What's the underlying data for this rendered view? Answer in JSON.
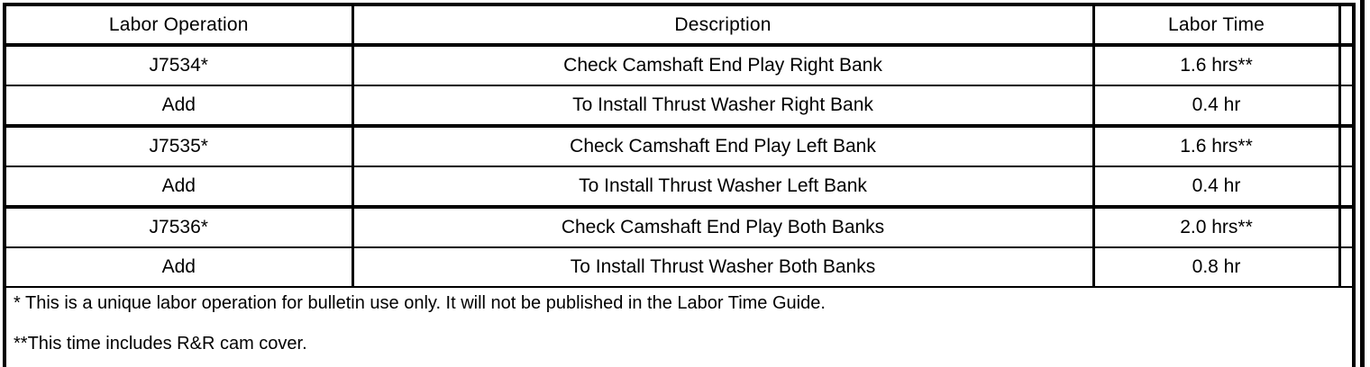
{
  "table": {
    "columns": [
      {
        "key": "operation",
        "label": "Labor Operation"
      },
      {
        "key": "description",
        "label": "Description"
      },
      {
        "key": "time",
        "label": "Labor Time"
      },
      {
        "key": "spacer",
        "label": ""
      }
    ],
    "rows": [
      {
        "operation": "J7534*",
        "description": "Check Camshaft End Play Right Bank",
        "time": "1.6 hrs**",
        "spacer": ""
      },
      {
        "operation": "Add",
        "description": "To Install Thrust Washer Right Bank",
        "time": "0.4 hr",
        "spacer": ""
      },
      {
        "operation": "J7535*",
        "description": "Check Camshaft End Play Left Bank",
        "time": "1.6 hrs**",
        "spacer": ""
      },
      {
        "operation": "Add",
        "description": "To Install Thrust Washer Left Bank",
        "time": "0.4 hr",
        "spacer": ""
      },
      {
        "operation": "J7536*",
        "description": "Check Camshaft End Play Both Banks",
        "time": "2.0 hrs**",
        "spacer": ""
      },
      {
        "operation": "Add",
        "description": "To Install Thrust Washer Both Banks",
        "time": "0.8 hr",
        "spacer": ""
      }
    ]
  },
  "notes": {
    "single_asterisk": "* This is a unique labor operation for bulletin use only. It will not be published in the Labor Time Guide.",
    "double_asterisk": "**This time includes R&R cam cover."
  },
  "colors": {
    "rule": "#000000",
    "background": "#ffffff",
    "text": "#000000"
  }
}
